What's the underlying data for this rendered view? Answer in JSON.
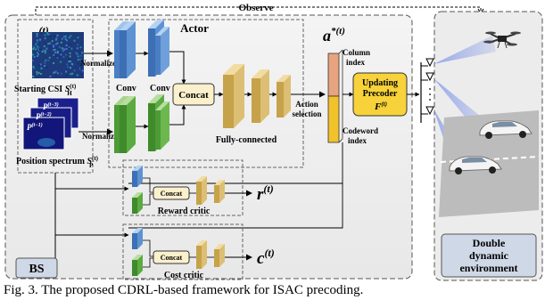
{
  "observe_label": "Observe",
  "state_label": "s",
  "state_sup": "(t)",
  "actor_label": "Actor",
  "action_label": "a",
  "action_sup": "*(t)",
  "starting_csi_label": "Starting CSI ",
  "starting_csi_sym": "S",
  "starting_csi_sup": "(t)",
  "starting_csi_sub": "H",
  "position_spectrum_label": "Position spectrum ",
  "position_spectrum_sym": "S",
  "position_spectrum_sup": "(t)",
  "position_spectrum_sub": "P",
  "normalize_label": "Normalize",
  "conv_label": "Conv",
  "concat_label": "Concat",
  "fully_connected_label": "Fully-connected",
  "action_selection_line1": "Action",
  "action_selection_line2": "selection",
  "column_index_line1": "Column",
  "column_index_line2": "index",
  "codeword_index_line1": "Codeword",
  "codeword_index_line2": "index",
  "updating_precoder_line1": "Updating",
  "updating_precoder_line2": "Precoder",
  "precoder_symbol": "F",
  "precoder_sup": "(t)",
  "reward_output": "r",
  "reward_sup": "(t)",
  "reward_critic_label": "Reward critic",
  "cost_output": "c",
  "cost_sup": "(t)",
  "cost_critic_label": "Cost critic",
  "bs_label": "BS",
  "env_line1": "Double",
  "env_line2": "dynamic",
  "env_line3": "environment",
  "pos_frames": [
    "P",
    "P",
    "P"
  ],
  "pos_frame_sups": [
    "(t−3)",
    "(t−2)",
    "(t−1)"
  ],
  "caption": "Fig. 3.  The proposed CDRL-based framework for ISAC precoding."
}
